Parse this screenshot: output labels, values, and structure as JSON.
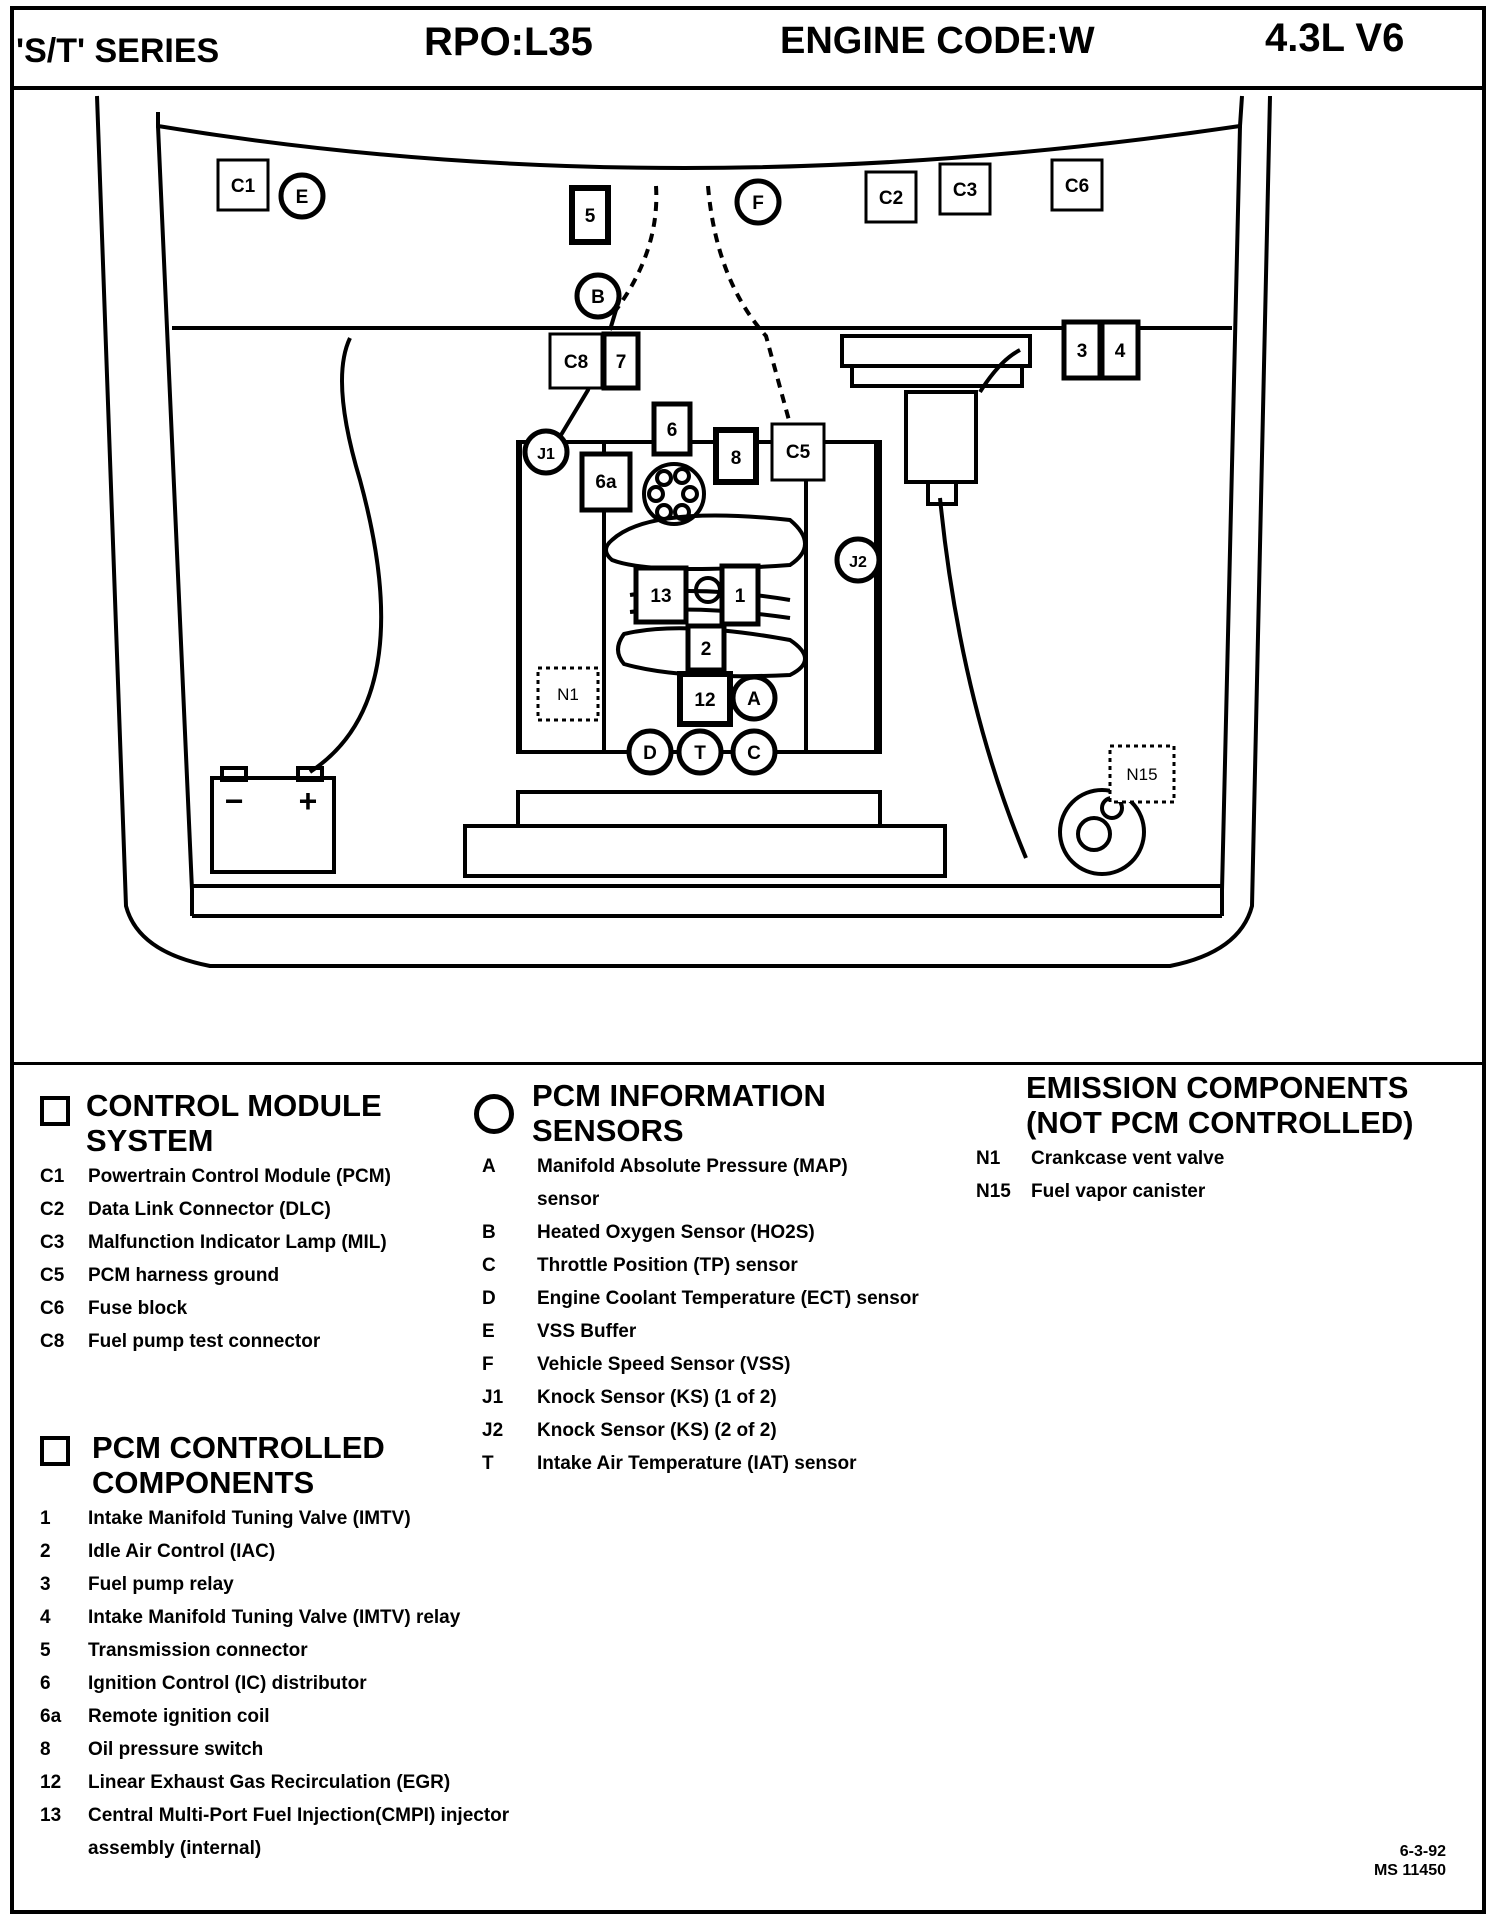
{
  "header": {
    "series": "'S/T' SERIES",
    "rpo": "RPO:L35",
    "engine_code": "ENGINE CODE:W",
    "engine": "4.3L V6"
  },
  "diagram_labels": {
    "C1": "C1",
    "C2": "C2",
    "C3": "C3",
    "C6": "C6",
    "C8": "C8",
    "C5": "C5",
    "c5": "5",
    "c7": "7",
    "c3": "3",
    "c4": "4",
    "c6": "6",
    "c6a": "6a",
    "c8": "8",
    "c13": "13",
    "c1": "1",
    "c2": "2",
    "c12": "12",
    "E": "E",
    "F": "F",
    "B": "B",
    "J1": "J1",
    "J2": "J2",
    "A": "A",
    "D": "D",
    "T": "T",
    "C": "C",
    "N1": "N1",
    "N15": "N15",
    "minus": "−",
    "plus": "+"
  },
  "legend": {
    "control_module": {
      "title": "CONTROL MODULE\nSYSTEM",
      "items": [
        {
          "code": "C1",
          "label": "Powertrain Control Module (PCM)"
        },
        {
          "code": "C2",
          "label": "Data Link Connector (DLC)"
        },
        {
          "code": "C3",
          "label": "Malfunction Indicator Lamp (MIL)"
        },
        {
          "code": "C5",
          "label": "PCM harness ground"
        },
        {
          "code": "C6",
          "label": "Fuse block"
        },
        {
          "code": "C8",
          "label": "Fuel pump test connector"
        }
      ]
    },
    "pcm_controlled": {
      "title": "PCM CONTROLLED\nCOMPONENTS",
      "items": [
        {
          "code": "1",
          "label": "Intake Manifold Tuning Valve (IMTV)"
        },
        {
          "code": "2",
          "label": "Idle Air Control (IAC)"
        },
        {
          "code": "3",
          "label": "Fuel pump relay"
        },
        {
          "code": "4",
          "label": "Intake Manifold Tuning Valve (IMTV) relay"
        },
        {
          "code": "5",
          "label": "Transmission connector"
        },
        {
          "code": "6",
          "label": "Ignition Control (IC) distributor"
        },
        {
          "code": "6a",
          "label": "Remote ignition coil"
        },
        {
          "code": "8",
          "label": "Oil pressure switch"
        },
        {
          "code": "12",
          "label": "Linear Exhaust Gas Recirculation (EGR)"
        },
        {
          "code": "13",
          "label": "Central Multi-Port Fuel Injection(CMPI) injector"
        },
        {
          "code": "",
          "label": "assembly (internal)"
        }
      ]
    },
    "pcm_sensors": {
      "title": "PCM INFORMATION\nSENSORS",
      "items": [
        {
          "code": "A",
          "label": "Manifold Absolute Pressure (MAP)"
        },
        {
          "code": "",
          "label": "sensor"
        },
        {
          "code": "B",
          "label": "Heated Oxygen Sensor (HO2S)"
        },
        {
          "code": "C",
          "label": "Throttle Position (TP) sensor"
        },
        {
          "code": "D",
          "label": "Engine Coolant Temperature (ECT) sensor"
        },
        {
          "code": "E",
          "label": "VSS Buffer"
        },
        {
          "code": "F",
          "label": "Vehicle Speed Sensor (VSS)"
        },
        {
          "code": "J1",
          "label": "Knock Sensor (KS) (1 of 2)"
        },
        {
          "code": "J2",
          "label": "Knock Sensor (KS) (2 of 2)"
        },
        {
          "code": "T",
          "label": "Intake Air Temperature (IAT) sensor"
        }
      ]
    },
    "emission": {
      "title": "EMISSION COMPONENTS\n(NOT PCM CONTROLLED)",
      "items": [
        {
          "code": "N1",
          "label": "Crankcase vent valve"
        },
        {
          "code": "N15",
          "label": "Fuel vapor canister"
        }
      ]
    }
  },
  "footer": {
    "date": "6-3-92",
    "ms": "MS 11450"
  }
}
